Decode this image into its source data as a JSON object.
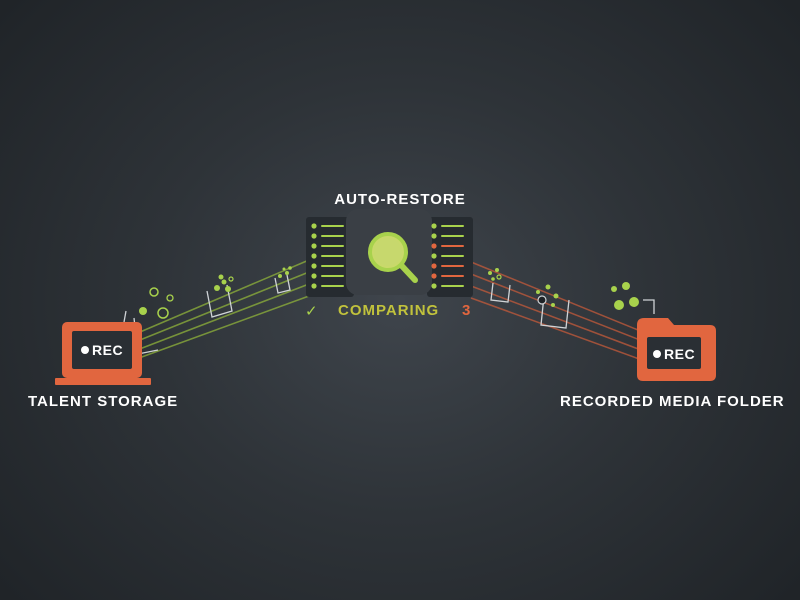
{
  "title": "AUTO-RESTORE",
  "left_node": {
    "label": "TALENT STORAGE",
    "rec_label": "REC",
    "icon": "laptop-icon"
  },
  "right_node": {
    "label": "RECORDED MEDIA FOLDER",
    "rec_label": "REC",
    "icon": "folder-icon"
  },
  "status": {
    "check": "✓",
    "text": "COMPARING",
    "count": "3"
  },
  "colors": {
    "accent_orange": "#e1663f",
    "accent_green": "#a8d24c",
    "status_text": "#c1c23c",
    "panel": "#2a2f34",
    "lens": "#c9d96a"
  },
  "list_panels": {
    "left": {
      "rows": [
        "green",
        "green",
        "green",
        "green",
        "green",
        "green",
        "green"
      ]
    },
    "right": {
      "rows": [
        "green",
        "green",
        "orange",
        "green",
        "orange",
        "orange",
        "green"
      ]
    }
  }
}
